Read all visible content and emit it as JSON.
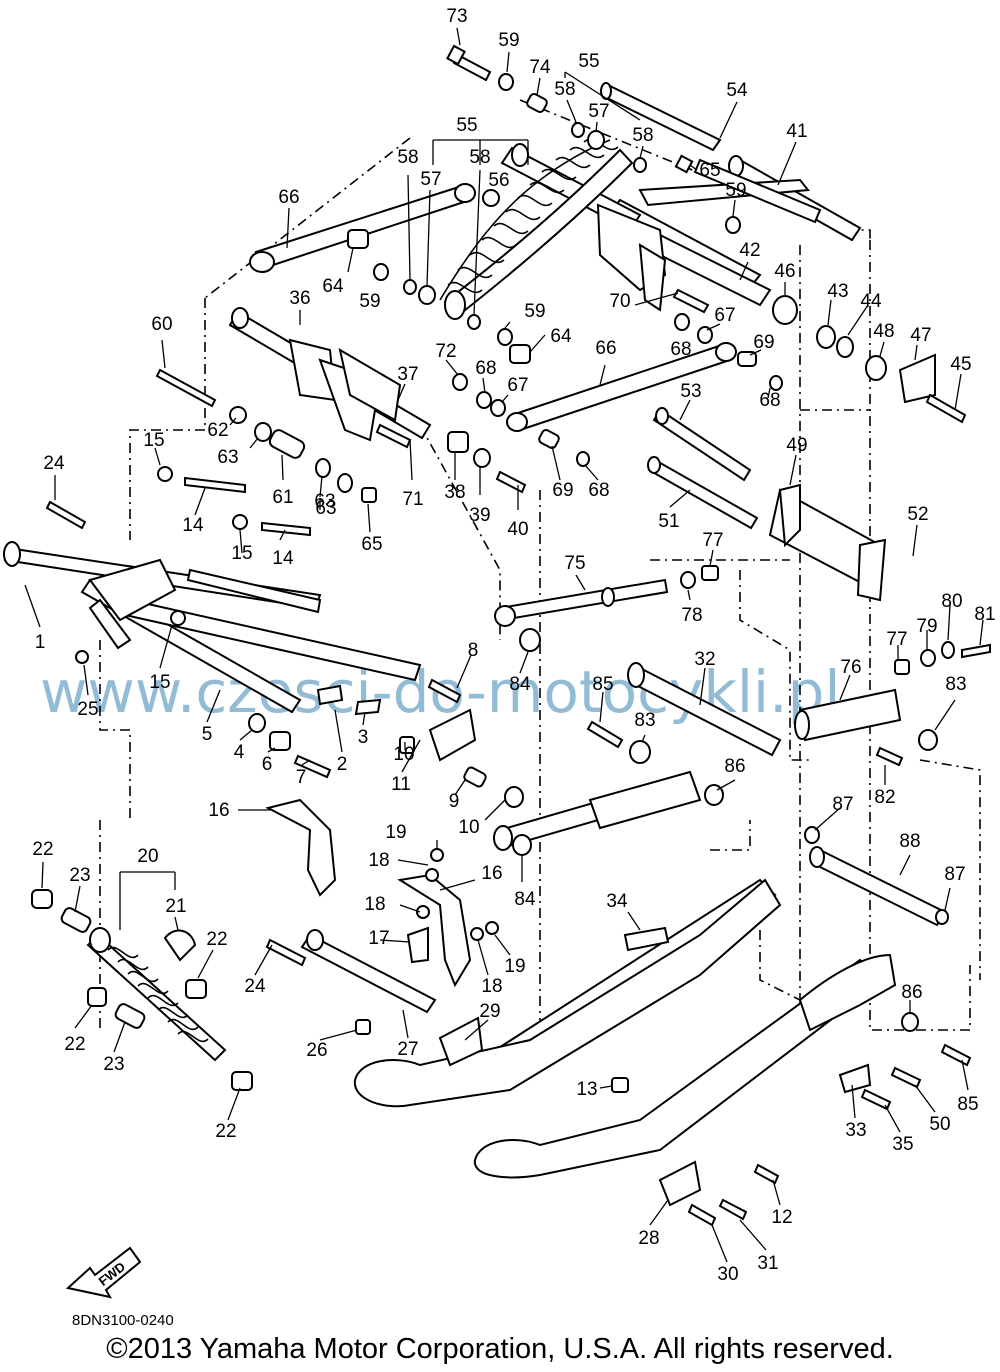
{
  "watermark": "www.czesci-do-motocykli.pl",
  "diagram_code": "8DN3100-0240",
  "copyright": "©2013 Yamaha Motor Corporation, U.S.A. All rights reserved.",
  "fwd_label": "FWD",
  "callouts": [
    "73",
    "59",
    "74",
    "55",
    "58",
    "57",
    "54",
    "58",
    "65",
    "41",
    "55",
    "58",
    "57",
    "58",
    "56",
    "66",
    "59",
    "42",
    "64",
    "59",
    "46",
    "43",
    "44",
    "36",
    "59",
    "64",
    "70",
    "67",
    "48",
    "47",
    "60",
    "72",
    "68",
    "68",
    "66",
    "69",
    "45",
    "37",
    "67",
    "68",
    "62",
    "63",
    "53",
    "63",
    "61",
    "38",
    "39",
    "69",
    "68",
    "40",
    "71",
    "49",
    "15",
    "24",
    "14",
    "63",
    "65",
    "52",
    "51",
    "14",
    "15",
    "77",
    "75",
    "1",
    "78",
    "80",
    "81",
    "79",
    "77",
    "15",
    "25",
    "8",
    "84",
    "85",
    "32",
    "76",
    "83",
    "5",
    "4",
    "6",
    "7",
    "2",
    "3",
    "10",
    "11",
    "83",
    "82",
    "86",
    "9",
    "16",
    "10",
    "87",
    "88",
    "19",
    "22",
    "20",
    "18",
    "16",
    "84",
    "23",
    "87",
    "21",
    "18",
    "34",
    "17",
    "22",
    "24",
    "18",
    "19",
    "86",
    "22",
    "26",
    "27",
    "29",
    "23",
    "85",
    "13",
    "22",
    "50",
    "33",
    "35",
    "12",
    "28",
    "31",
    "30"
  ]
}
